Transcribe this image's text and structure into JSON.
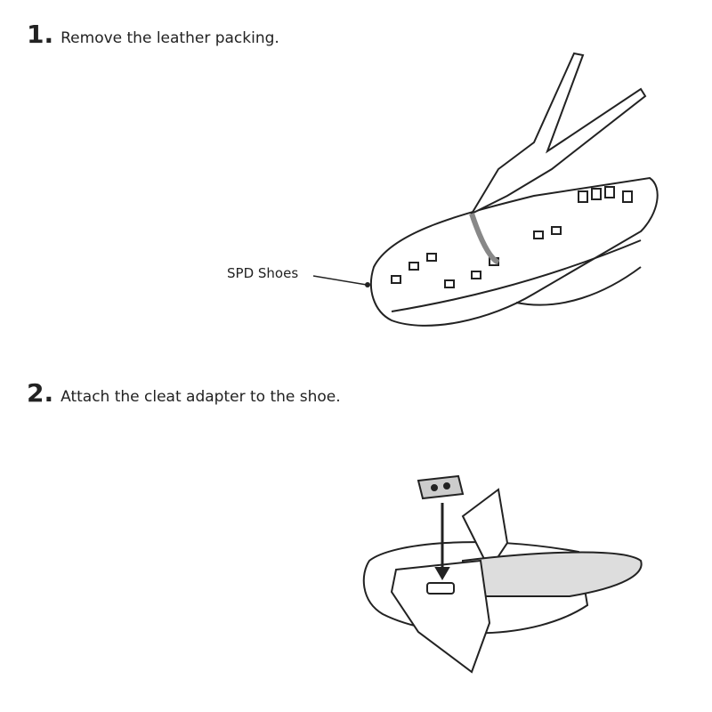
{
  "steps": [
    {
      "number": "1.",
      "text": "Remove the leather packing."
    },
    {
      "number": "2.",
      "text": "Attach the cleat adapter to the shoe."
    }
  ],
  "callout": {
    "label": "SPD Shoes"
  }
}
